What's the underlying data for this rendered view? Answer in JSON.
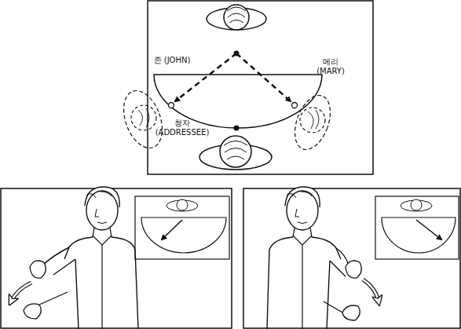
{
  "diagram": {
    "labels": [
      "존 (JOHN)",
      "메리 (MARY)",
      "청자 (ADDRESSEE)"
    ]
  }
}
